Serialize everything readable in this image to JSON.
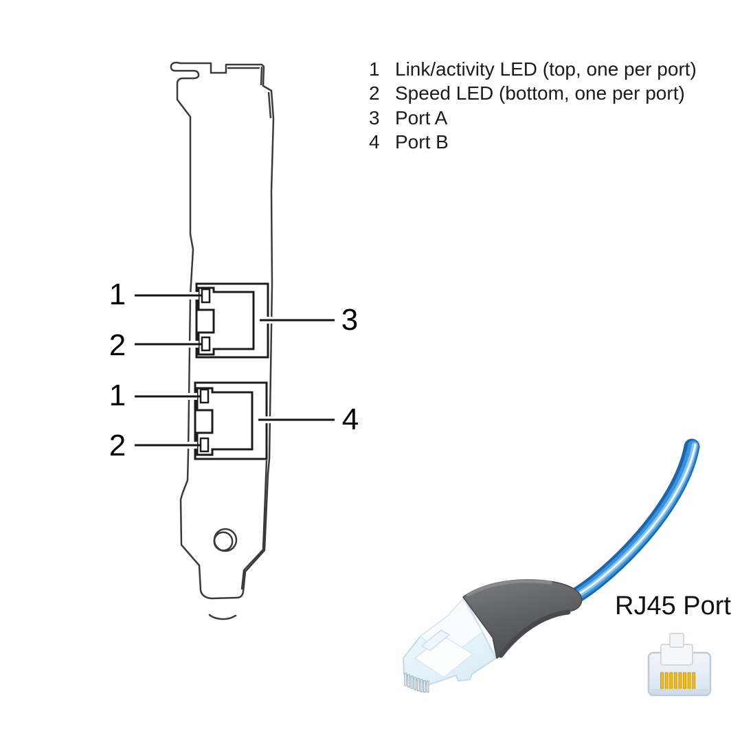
{
  "legend": {
    "items": [
      {
        "num": "1",
        "text": "Link/activity LED (top, one per port)"
      },
      {
        "num": "2",
        "text": "Speed LED (bottom, one per port)"
      },
      {
        "num": "3",
        "text": "Port A"
      },
      {
        "num": "4",
        "text": "Port B"
      }
    ]
  },
  "callouts": {
    "port_a_led_top": "1",
    "port_a_led_bottom": "2",
    "port_a": "3",
    "port_b_led_top": "1",
    "port_b_led_bottom": "2",
    "port_b": "4"
  },
  "cable": {
    "label": "RJ45 Port"
  },
  "colors": {
    "outline": "#3a3a3a",
    "callout_line": "#141414",
    "cable_blue": "#3c92d8",
    "cable_blue_dark": "#1766b2",
    "cable_highlight": "#f0f9ff",
    "boot_gray": "#6a6b6e",
    "pin_gold": "#f5ba13",
    "icon_body": "#e3ecf4"
  }
}
